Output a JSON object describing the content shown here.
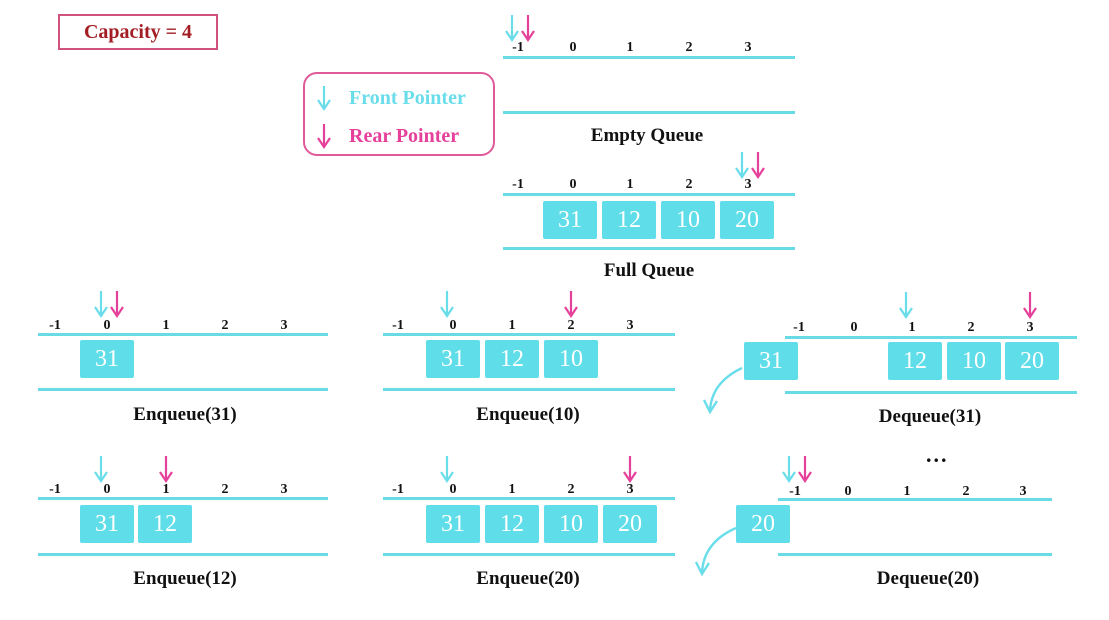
{
  "capacity_label": "Capacity = 4",
  "legend": {
    "front": "Front Pointer",
    "rear": "Rear Pointer"
  },
  "colors": {
    "front": "#69ddea",
    "rear": "#e5409a",
    "cell": "#5fdde8",
    "line": "#69dbe5"
  },
  "indices": [
    "-1",
    "0",
    "1",
    "2",
    "3"
  ],
  "ellipsis": "...",
  "panels": [
    {
      "key": "empty",
      "caption": "Empty Queue",
      "cells": [],
      "front": "-1",
      "rear": "-1"
    },
    {
      "key": "full",
      "caption": "Full Queue",
      "cells": [
        "31",
        "12",
        "10",
        "20"
      ],
      "front": "3",
      "rear": "3"
    },
    {
      "key": "enq31",
      "caption": "Enqueue(31)",
      "cells": [
        "31"
      ],
      "front": "0",
      "rear": "0"
    },
    {
      "key": "enq12",
      "caption": "Enqueue(12)",
      "cells": [
        "31",
        "12"
      ],
      "front": "0",
      "rear": "1"
    },
    {
      "key": "enq10",
      "caption": "Enqueue(10)",
      "cells": [
        "31",
        "12",
        "10"
      ],
      "front": "0",
      "rear": "2"
    },
    {
      "key": "enq20",
      "caption": "Enqueue(20)",
      "cells": [
        "31",
        "12",
        "10",
        "20"
      ],
      "front": "0",
      "rear": "3"
    },
    {
      "key": "deq31",
      "caption": "Dequeue(31)",
      "cells": [
        "",
        "12",
        "10",
        "20"
      ],
      "removed": "31",
      "front": "1",
      "rear": "3"
    },
    {
      "key": "deq20",
      "caption": "Dequeue(20)",
      "cells": [],
      "removed": "20",
      "front": "-1",
      "rear": "-1"
    }
  ]
}
